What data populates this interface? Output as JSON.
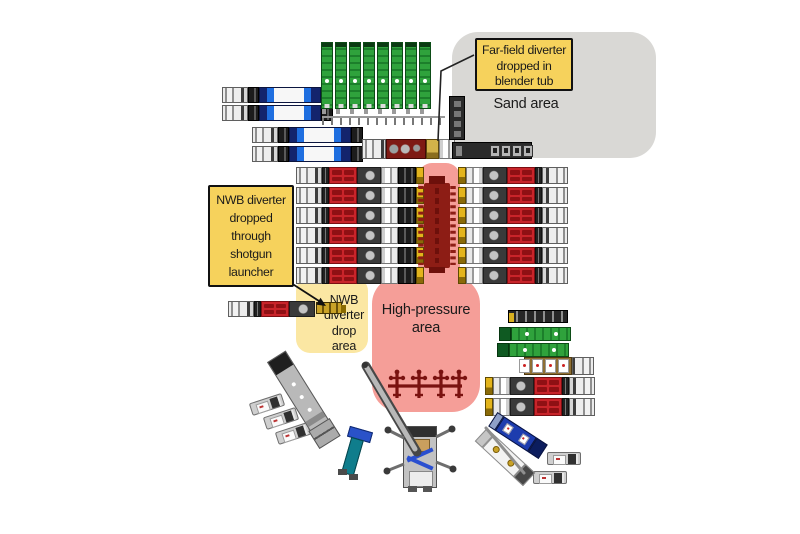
{
  "zones": {
    "sand_area": {
      "label": "Sand area",
      "fill": "#d9d8d5"
    },
    "high_pressure_area": {
      "label_lines": [
        "High-pressure",
        "area"
      ],
      "fill": "#f59e98"
    },
    "nwb_drop_area": {
      "label_lines": [
        "NWB",
        "diverter",
        "drop area"
      ],
      "fill": "#fbe7a3"
    }
  },
  "callouts": {
    "far_field_diverter": {
      "lines": [
        "Far-field diverter",
        "dropped in",
        "blender tub"
      ],
      "fill": "#f6d25c",
      "border_color": "#111111"
    },
    "nwb_diverter": {
      "lines": [
        "NWB diverter",
        "dropped",
        "through",
        "shotgun",
        "launcher"
      ],
      "fill": "#f6d25c",
      "border_color": "#111111"
    }
  },
  "equipment_colors": {
    "pump_truck_red": "#c8242a",
    "sand_trailer_green": "#2fa23c",
    "hydration_tank_blue": "#1f6fe0",
    "manifold_dark_red": "#8d1d15",
    "blender_tub_gold": "#c9a227",
    "wellhead_dark_red": "#7a1210"
  },
  "equipment_names": [
    "pump-truck",
    "hydration-truck",
    "sand-trailer",
    "sand-conveyor",
    "blender-truck",
    "missile-manifold",
    "wellhead-manifold",
    "shotgun-launcher",
    "crane-truck",
    "lubricator-trailer",
    "wireline-truck",
    "pickup-truck",
    "chemical-truck",
    "flatbed-trailer"
  ]
}
